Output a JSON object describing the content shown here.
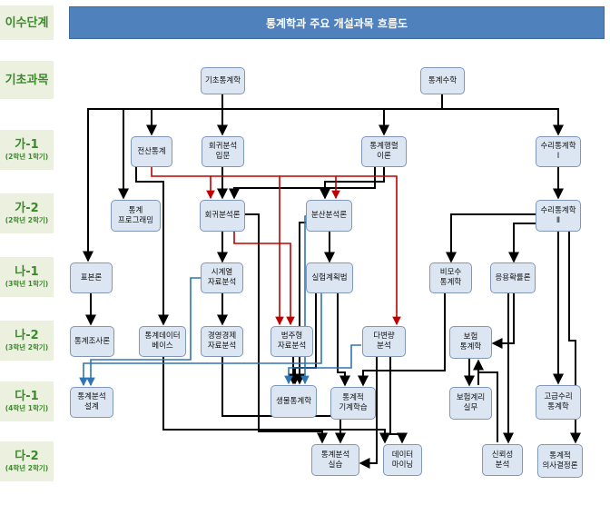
{
  "header": {
    "stage_column_label": "이수단계",
    "title": "통계학과 주요 개설과목 흐름도"
  },
  "stages": [
    {
      "main": "기초과목",
      "sub": ""
    },
    {
      "main": "가-1",
      "sub": "(2학년 1학기)"
    },
    {
      "main": "가-2",
      "sub": "(2학년 2학기)"
    },
    {
      "main": "나-1",
      "sub": "(3학년 1학기)"
    },
    {
      "main": "나-2",
      "sub": "(3학년 2학기)"
    },
    {
      "main": "다-1",
      "sub": "(4학년 1학기)"
    },
    {
      "main": "다-2",
      "sub": "(4학년 2학기)"
    }
  ],
  "courses": {
    "basic_stats": "기초통계학",
    "stat_math": "통계수학",
    "comp_stats": "전산통계",
    "regr_intro": "회귀분석\n입문",
    "stat_matrix": "통계행렬\n이론",
    "math_stats_1": "수리통계학\nⅠ",
    "stat_prog": "통계\n프로그래밍",
    "regr_theory": "회귀분석론",
    "anova": "분산분석론",
    "math_stats_2": "수리통계학\nⅡ",
    "sampling": "표본론",
    "time_series": "시계열\n자료분석",
    "design_exp": "실험계획법",
    "nonparam": "비모수\n통계학",
    "applied_prob": "응용확률론",
    "survey": "통계조사론",
    "database": "통계데이터\n베이스",
    "econ_data": "경영경제\n자료분석",
    "categorical": "범주형\n자료분석",
    "multivariate": "다변량\n분석",
    "insurance": "보험\n통계학",
    "consulting": "통계분석\n설계",
    "biostat": "생물통계학",
    "ml": "통계적\n기계학습",
    "actuarial": "보험계리\n실무",
    "adv_math_stats": "고급수리\n통계학",
    "practicum": "통계분석\n실습",
    "data_mining": "데이터\n마이닝",
    "reliability": "신뢰성\n분석",
    "decision": "통계적\n의사결정론"
  },
  "colors": {
    "label_bg": "#ebf1de",
    "label_text": "#3a8a2a",
    "title_bg": "#4f81bd",
    "node_bg": "#dce6f2",
    "node_border": "#7f97b8",
    "edge_black": "#000000",
    "edge_red": "#c00000",
    "edge_blue": "#2e75b6"
  }
}
